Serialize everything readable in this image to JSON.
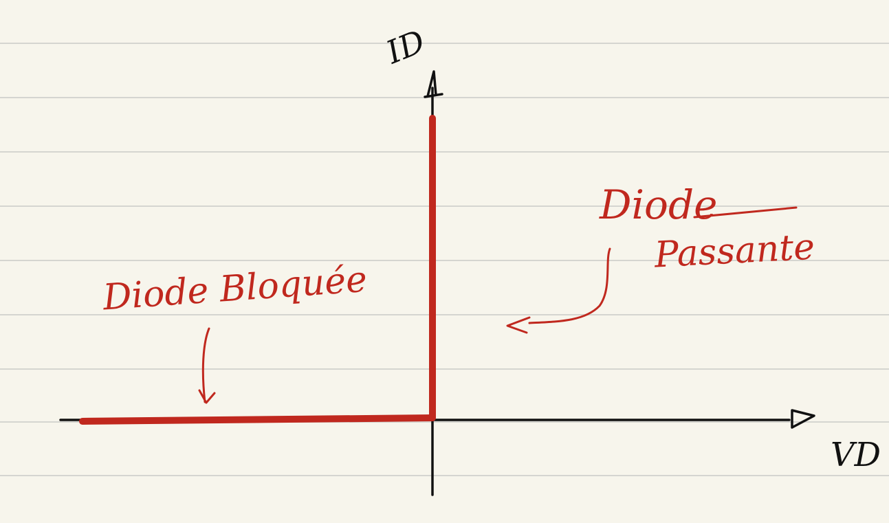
{
  "diagram": {
    "axes": {
      "y_label": "ID",
      "x_label": "VD"
    },
    "annotations": {
      "blocked": "Diode Bloquée",
      "conducting_line1": "Diode",
      "conducting_line2": "Passante"
    }
  },
  "colors": {
    "paper": "#f7f5ec",
    "ruled_line": "#d5d5d0",
    "ink_black": "#111111",
    "ink_red": "#c0281e"
  }
}
